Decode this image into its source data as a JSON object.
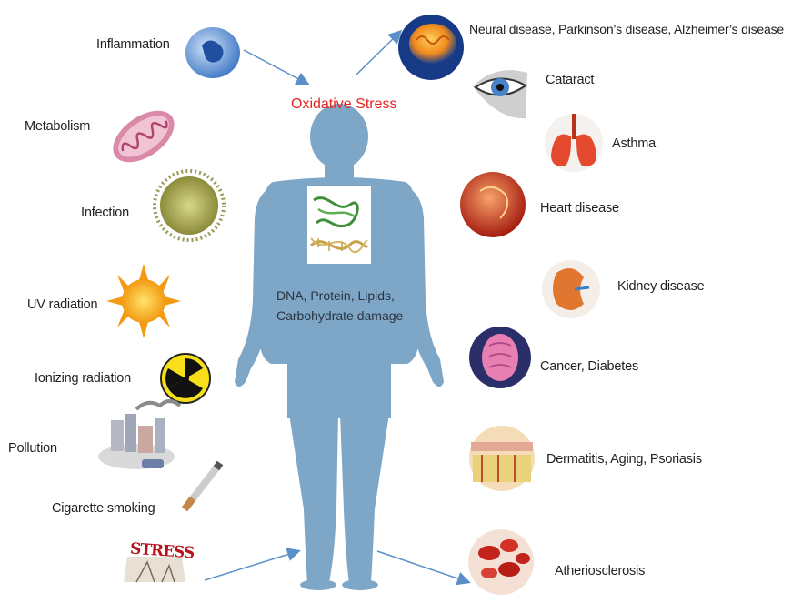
{
  "center": {
    "title": "Oxidative Stress",
    "damage_line1": "DNA, Protein, Lipids,",
    "damage_line2": "Carbohydrate damage"
  },
  "causes": {
    "inflammation": "Inflammation",
    "metabolism": "Metabolism",
    "infection": "Infection",
    "uv": "UV radiation",
    "ionizing": "Ionizing radiation",
    "pollution": "Pollution",
    "smoking": "Cigarette smoking"
  },
  "stress_icon_text": "STRESS",
  "diseases": {
    "neural": "Neural disease, Parkinson’s disease, Alzheimer’s disease",
    "cataract": "Cataract",
    "asthma": "Asthma",
    "heart": "Heart disease",
    "kidney": "Kidney disease",
    "cancer": "Cancer, Diabetes",
    "dermatitis": "Dermatitis, Aging, Psoriasis",
    "atherio": "Atheriosclerosis"
  },
  "colors": {
    "body": "#7ea6c7",
    "title": "#e8231f",
    "arrow": "#5b8fc7"
  }
}
